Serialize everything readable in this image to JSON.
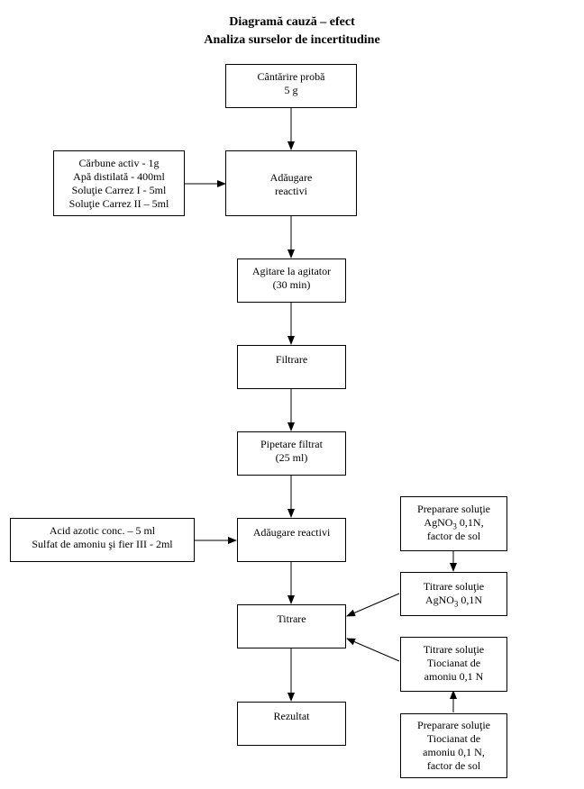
{
  "title": {
    "line1": "Diagramă cauză – efect",
    "line2": "Analiza surselor de incertitudine"
  },
  "nodes": {
    "cantarire": [
      "Cântărire probă",
      "5 g"
    ],
    "adaugare1": [
      "Adăugare",
      "reactivi"
    ],
    "reactivi1": [
      "Cărbune activ - 1g",
      "Apă distilată - 400ml",
      "Soluţie Carrez I - 5ml",
      "Soluţie Carrez II – 5ml"
    ],
    "agitare": [
      "Agitare la agitator",
      "(30 min)"
    ],
    "filtrare": [
      "Filtrare"
    ],
    "pipetare": [
      "Pipetare filtrat",
      "(25 ml)"
    ],
    "reactivi2": [
      "Acid azotic conc. – 5 ml",
      "Sulfat de amoniu şi fier III - 2ml"
    ],
    "adaugare2": [
      "Adăugare reactivi"
    ],
    "titrare": [
      "Titrare"
    ],
    "rezultat": [
      "Rezultat"
    ],
    "prep_agno3": {
      "line1": "Preparare soluţie",
      "line2_prefix": "AgNO",
      "line2_sub": "3",
      "line2_suffix": " 0,1N,",
      "line3": "factor de sol"
    },
    "titr_agno3": {
      "line1": "Titrare soluţie",
      "line2_prefix": "AgNO",
      "line2_sub": "3",
      "line2_suffix": " 0,1N"
    },
    "titr_tioc": [
      "Titrare soluţie",
      "Tiocianat de",
      "amoniu 0,1 N"
    ],
    "prep_tioc": [
      "Preparare soluţie",
      "Tiocianat de",
      "amoniu 0,1 N,",
      "factor de sol"
    ]
  }
}
